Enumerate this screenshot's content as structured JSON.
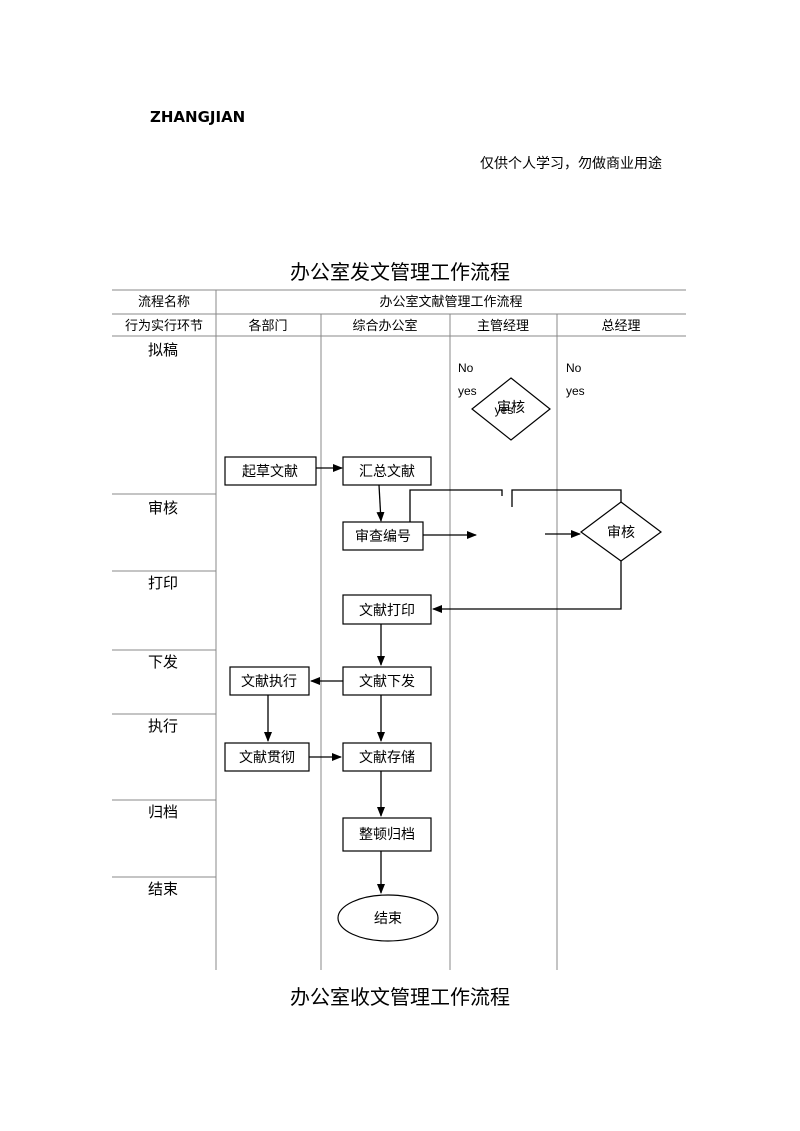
{
  "header": {
    "name": "ZHANGJIAN",
    "disclaimer": "仅供个人学习，勿做商业用途"
  },
  "titles": {
    "send": "办公室发文管理工作流程",
    "receive": "办公室收文管理工作流程"
  },
  "table": {
    "name_label": "流程名称",
    "process_name": "办公室文献管理工作流程",
    "stage_label": "行为实行环节",
    "lanes": [
      "各部门",
      "综合办公室",
      "主管经理",
      "总经理"
    ]
  },
  "stages": [
    "拟稿",
    "审核",
    "打印",
    "下发",
    "执行",
    "归档",
    "结束"
  ],
  "nodes": {
    "draft": "起草文献",
    "collect": "汇总文献",
    "check_number": "审查编号",
    "print": "文献打印",
    "issue": "文献下发",
    "execute": "文献执行",
    "implement": "文献贯彻",
    "store": "文献存储",
    "archive": "整顿归档",
    "end": "结束",
    "review_manager": "审核",
    "review_gm": "审核"
  },
  "decision_labels": {
    "manager_no": "No",
    "manager_yes": "yes",
    "manager_yes_inner": "yes",
    "gm_no": "No",
    "gm_yes": "yes"
  }
}
